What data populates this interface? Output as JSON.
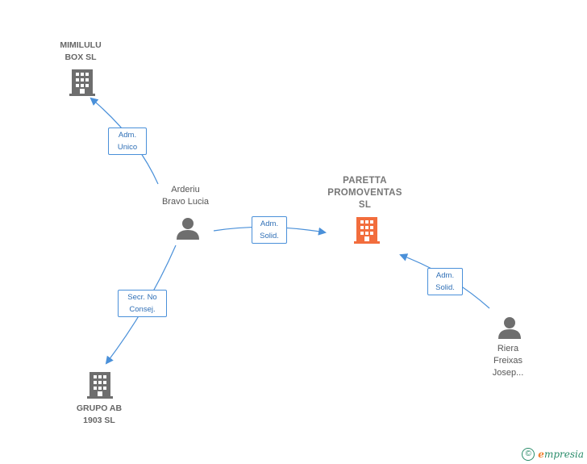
{
  "nodes": {
    "mimilulu": {
      "label": "MIMILULU\nBOX  SL",
      "type": "company"
    },
    "arderiu": {
      "label": "Arderiu\nBravo Lucia",
      "type": "person"
    },
    "paretta": {
      "label": "PARETTA\nPROMOVENTAS\nSL",
      "type": "company-main"
    },
    "grupo_ab": {
      "label": "GRUPO AB\n1903  SL",
      "type": "company"
    },
    "riera": {
      "label": "Riera\nFreixas\nJosep...",
      "type": "person"
    }
  },
  "edges": {
    "adm_unico": {
      "label": "Adm.\nUnico"
    },
    "adm_solid_1": {
      "label": "Adm.\nSolid."
    },
    "secr_no_consej": {
      "label": "Secr.  No\nConsej."
    },
    "adm_solid_2": {
      "label": "Adm.\nSolid."
    }
  },
  "colors": {
    "edge": "#4a90d9",
    "company": "#6e6e6e",
    "main_company": "#f26d3d",
    "person": "#6e6e6e"
  },
  "footer": {
    "copyright_symbol": "©",
    "brand_initial": "e",
    "brand_rest": "mpresia"
  }
}
